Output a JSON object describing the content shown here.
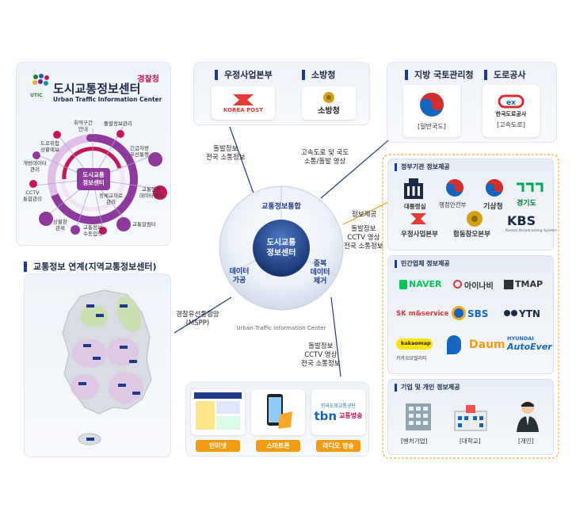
{
  "utic": {
    "agency": "경찰청",
    "title": "도시교통정보센터",
    "subtitle": "Urban Traffic Information Center",
    "logo_text": "UTIC",
    "center_label": [
      "도시교통",
      "정보센터"
    ],
    "nodes": [
      "취약구간\n안내",
      "돌발정보관리",
      "긴급차량\n우선통행",
      "교통안전\n데이터관리",
      "교통알림터",
      "정체교차로\n관리",
      "교통정보\n수동입력",
      "상황판\n관제",
      "CCTV\n통합관리",
      "개방데이터\n관리",
      "도로위험\n상황예보"
    ]
  },
  "regional": {
    "header": "교통정보 연계(지역교통정보센터)"
  },
  "top_left_panel": {
    "group1": "우정사업본부",
    "group2": "소방청",
    "korea_post": "KOREA POST",
    "fire_label": "소방청"
  },
  "top_right_panel": {
    "group1": "지방 국토관리청",
    "group2": "도로공사",
    "label1": "[일반국도]",
    "label2": "[고속도로]",
    "ex_label": "한국도로공사"
  },
  "hub": {
    "top": "교통정보통합",
    "center": [
      "도시교통",
      "정보센터"
    ],
    "left": [
      "데이터",
      "가공"
    ],
    "right": [
      "중복",
      "데이터",
      "제거"
    ],
    "bottom": "Urban Traffic Information Center"
  },
  "connectors": {
    "c1": [
      "돌발정보",
      "전국 소통정보"
    ],
    "c2": [
      "고속도로 및 국도",
      "소통/돌발 영상"
    ],
    "c3": "정보제공",
    "c4": [
      "돌발정보",
      "CCTV 영상",
      "전국 소통정보"
    ],
    "c5": [
      "경찰유선통합망",
      "(MSPP)"
    ],
    "c6": [
      "돌발정보",
      "CCTV 영상",
      "전국 소통정보"
    ]
  },
  "media": {
    "items": [
      "인터넷",
      "스마트폰",
      "라디오 방송"
    ],
    "tbn": "tbn",
    "tbn_sub": "교통방송",
    "tbn_small": "한국도로교통공단"
  },
  "gov": {
    "title": "정부기관 정보제공",
    "items": [
      "대통령실",
      "행정안전부",
      "기상청",
      "경기도",
      "우정사업본부",
      "합동참모본부",
      "KBS"
    ],
    "kbs_sub": "Korean Broadcasting System"
  },
  "private": {
    "title": "민간업체 정보제공",
    "items": [
      "NAVER",
      "아이나비",
      "TMAP",
      "SK m&service",
      "SBS",
      "YTN",
      "kakaomap",
      "카카오모빌리티",
      "Daum",
      "HYUNDAI",
      "AutoEver"
    ]
  },
  "corp": {
    "title": "기업 및 개인 정보제공",
    "items": [
      "[벤처기업]",
      "[대학교]",
      "[개인]"
    ]
  },
  "colors": {
    "accent": "#1e3a8a",
    "orange": "#f39c12",
    "purple": "#8e3a9d",
    "magenta": "#c2185b"
  }
}
